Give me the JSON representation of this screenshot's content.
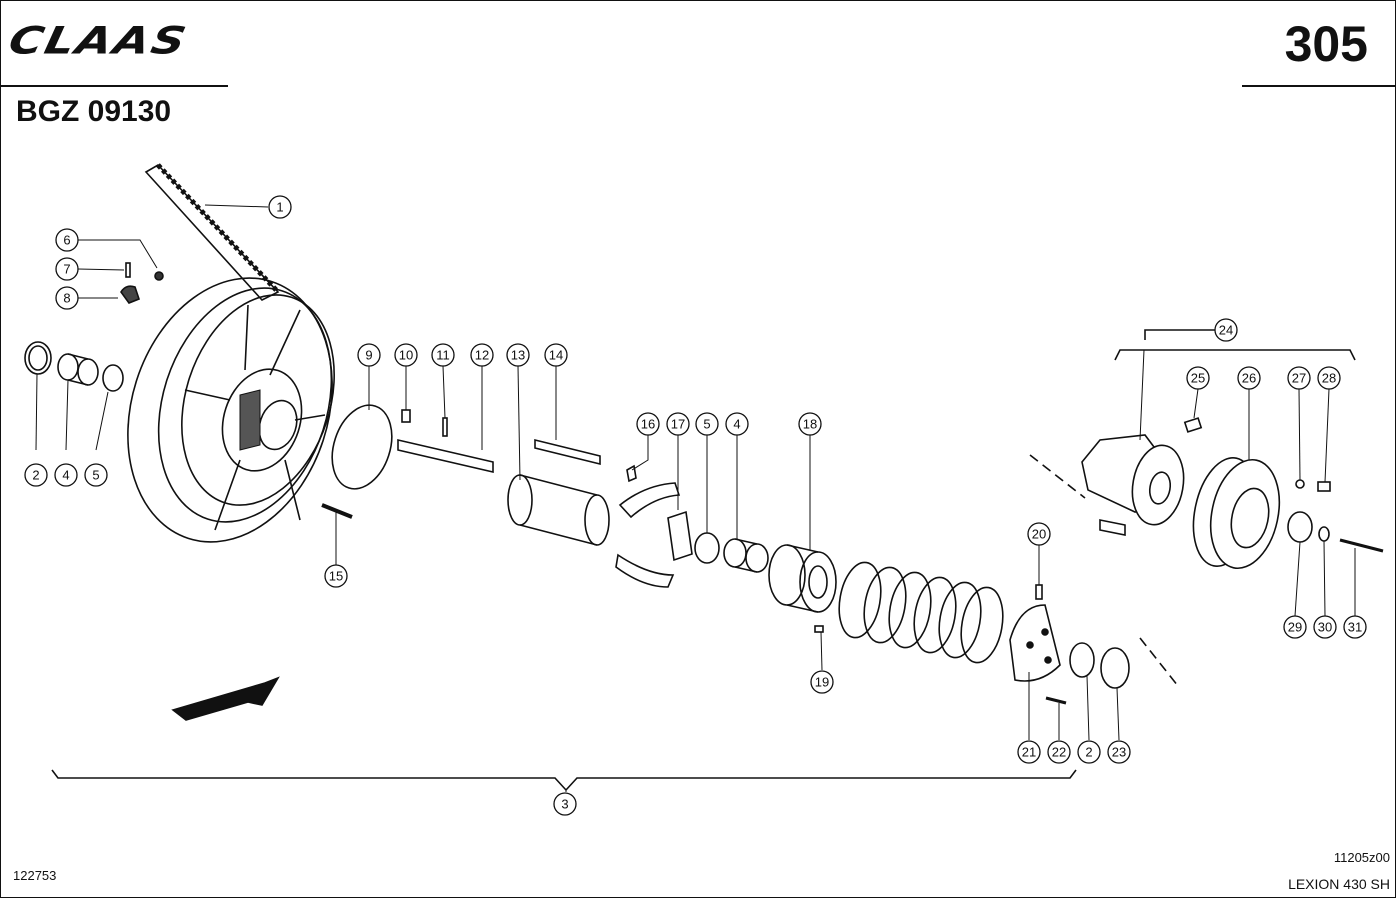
{
  "header": {
    "brand": "CLAAS",
    "page_number": "305",
    "assembly_code": "BGZ 09130"
  },
  "footer": {
    "drawing_number": "122753",
    "reference": "11205z00",
    "model": "LEXION 430 SH"
  },
  "callouts": [
    "1",
    "2",
    "3",
    "4",
    "5",
    "6",
    "7",
    "8",
    "9",
    "10",
    "11",
    "12",
    "13",
    "14",
    "15",
    "16",
    "17",
    "5",
    "4",
    "18",
    "19",
    "20",
    "21",
    "22",
    "2",
    "23",
    "24",
    "25",
    "26",
    "27",
    "28",
    "29",
    "30",
    "31"
  ]
}
